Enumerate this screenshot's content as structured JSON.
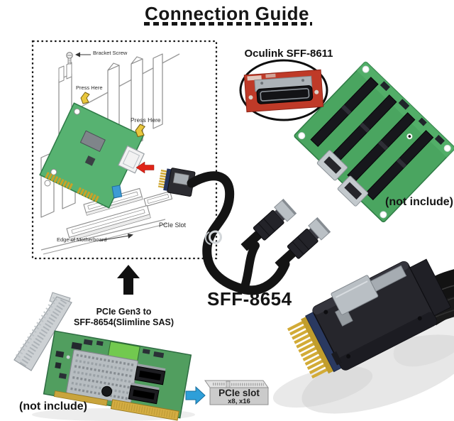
{
  "title": "Connection Guide",
  "diagram_box": {
    "bracket_screw": "Bracket Screw",
    "press_here_1": "Press Here",
    "press_here_2": "Press Here",
    "pcie_slot": "PCIe Slot",
    "edge_of_motherboard": "Edge of Motherboard"
  },
  "annotations": {
    "oculink_label": "Oculink SFF-8611",
    "cable_label": "SFF-8654",
    "adapter_label_line1": "PCIe Gen3 to",
    "adapter_label_line2": "SFF-8654(Slimline SAS)",
    "backplane_note": "(not include)",
    "adapter_note": "(not include)",
    "pcie_slot_line1": "PCIe slot",
    "pcie_slot_line2": "x8, x16"
  },
  "colors": {
    "red_arrow": "#e02418",
    "blue_arrow": "#2e9fd9",
    "pcb_green": "#4aa560",
    "diagram_card_green": "#57b271",
    "oculink_pcb_red": "#bf3a28",
    "cable_black": "#141414",
    "gold": "#cfa43a",
    "silver": "#b9bfc4"
  }
}
